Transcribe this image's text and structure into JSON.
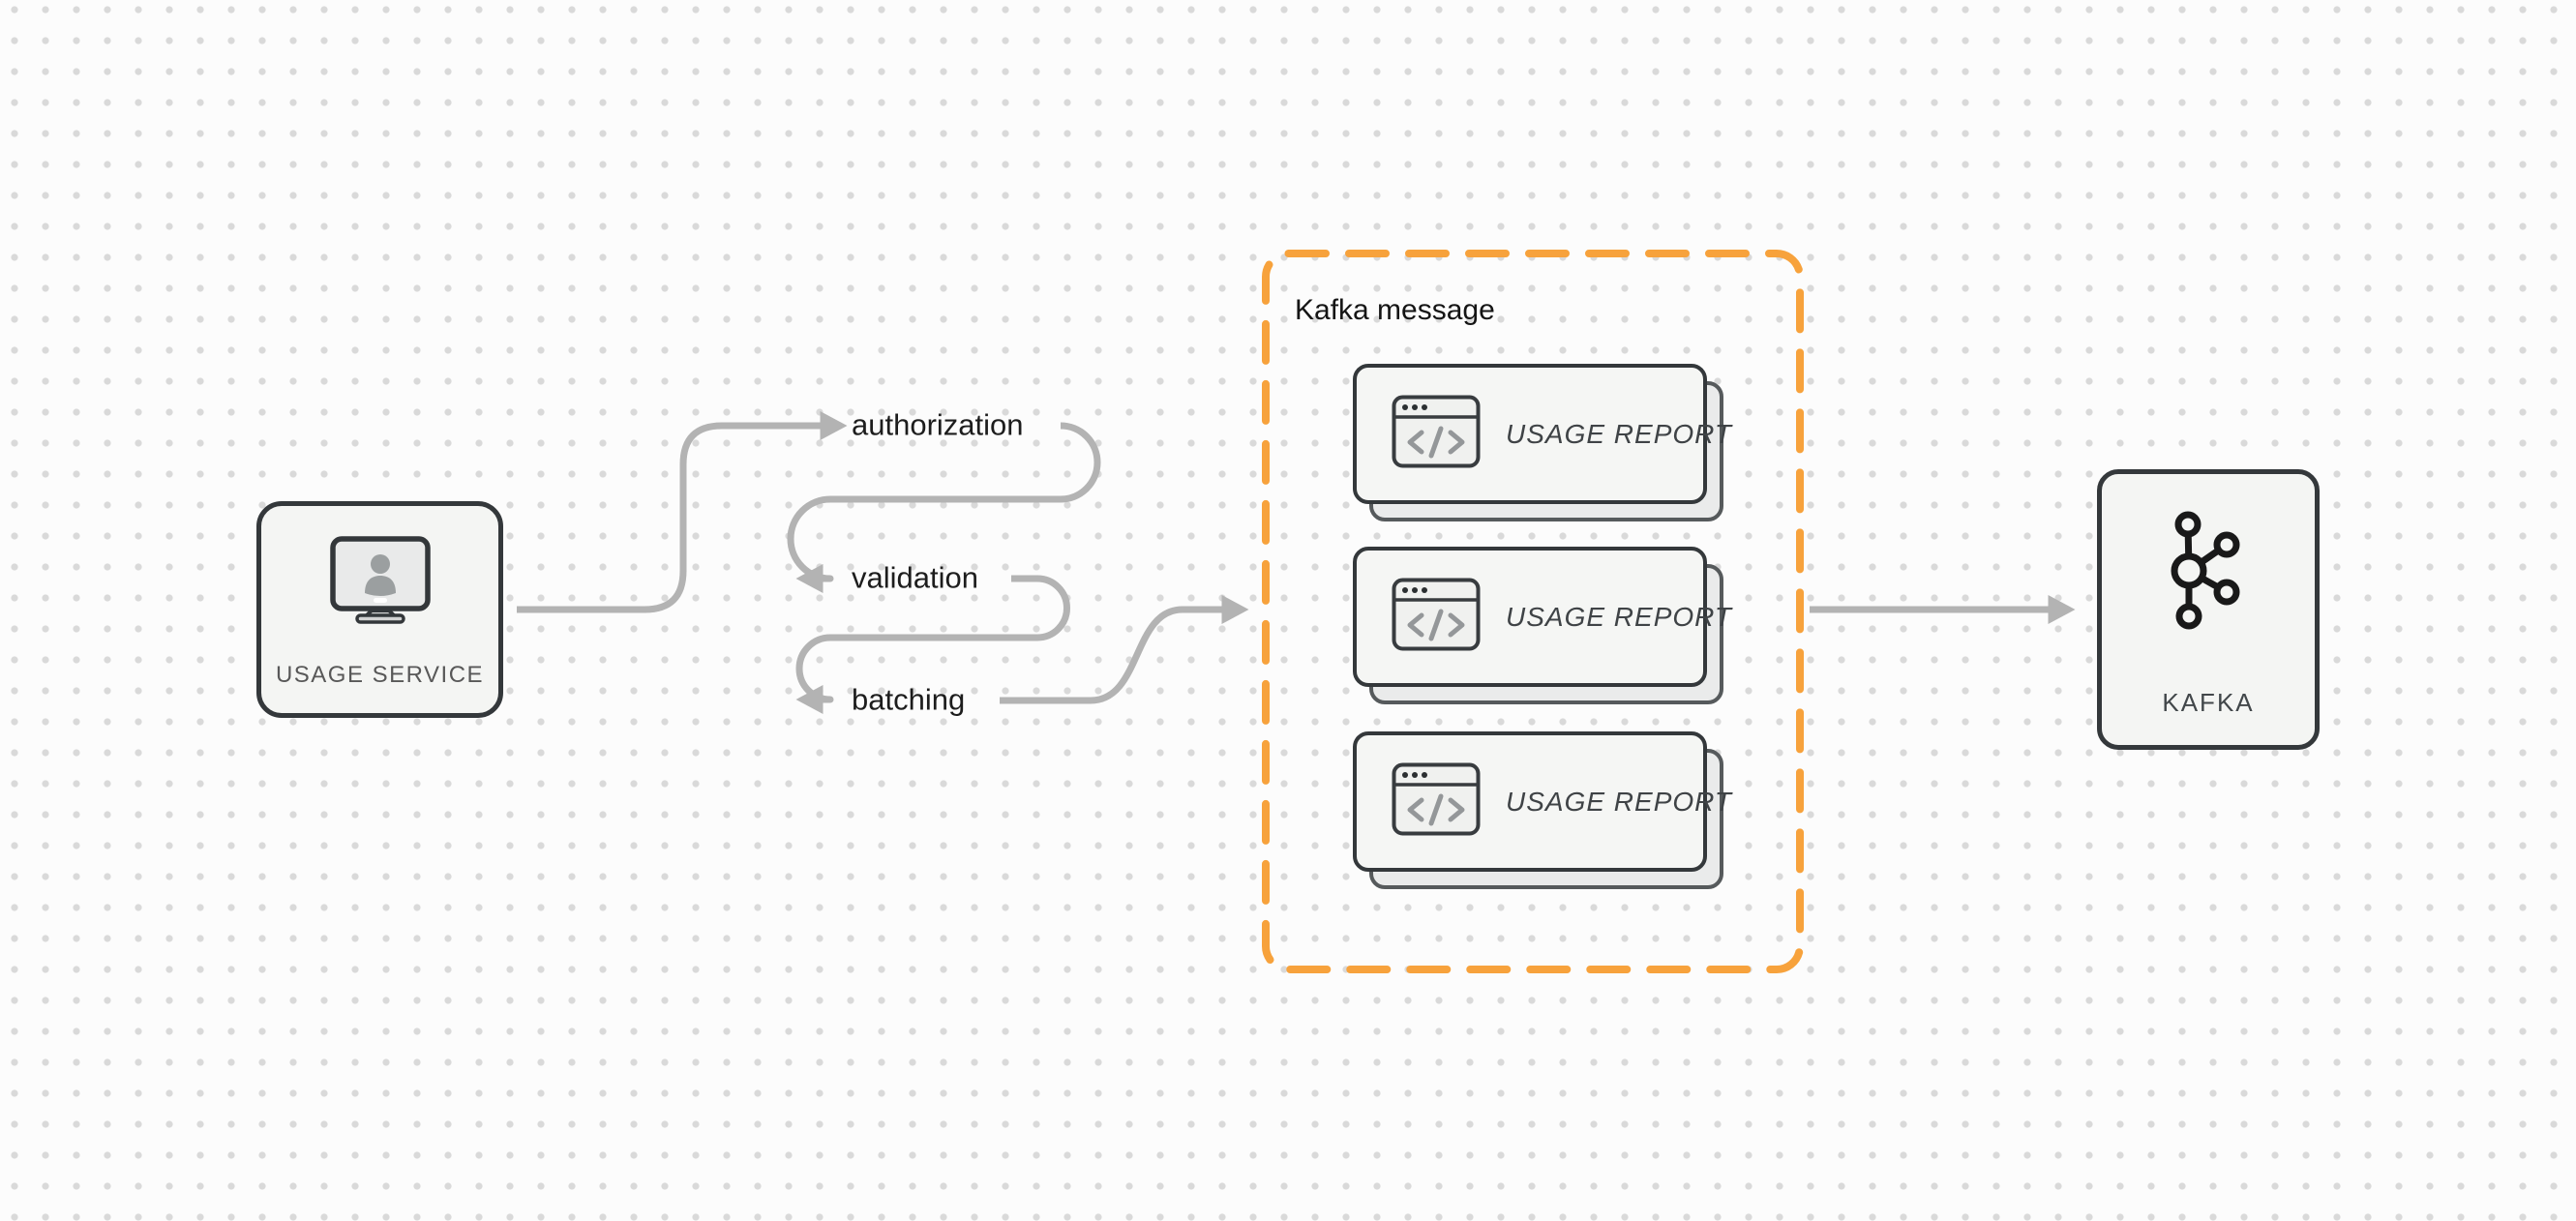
{
  "colors": {
    "background": "#fcfcfc",
    "grid_dot": "#d9d9d9",
    "connector": "#b3b3b3",
    "node_border": "#34383b",
    "node_fill": "#f4f5f3",
    "group_border_orange": "#f7a23c"
  },
  "usage_service_node": {
    "label": "USAGE SERVICE",
    "icon": "monitor-user-icon"
  },
  "pipeline_steps": [
    {
      "label": "authorization"
    },
    {
      "label": "validation"
    },
    {
      "label": "batching"
    }
  ],
  "kafka_message_group": {
    "title": "Kafka message",
    "cards": [
      {
        "label": "USAGE REPORT",
        "icon": "code-window-icon"
      },
      {
        "label": "USAGE REPORT",
        "icon": "code-window-icon"
      },
      {
        "label": "USAGE REPORT",
        "icon": "code-window-icon"
      }
    ]
  },
  "kafka_node": {
    "label": "KAFKA",
    "icon": "kafka-logo-icon"
  }
}
